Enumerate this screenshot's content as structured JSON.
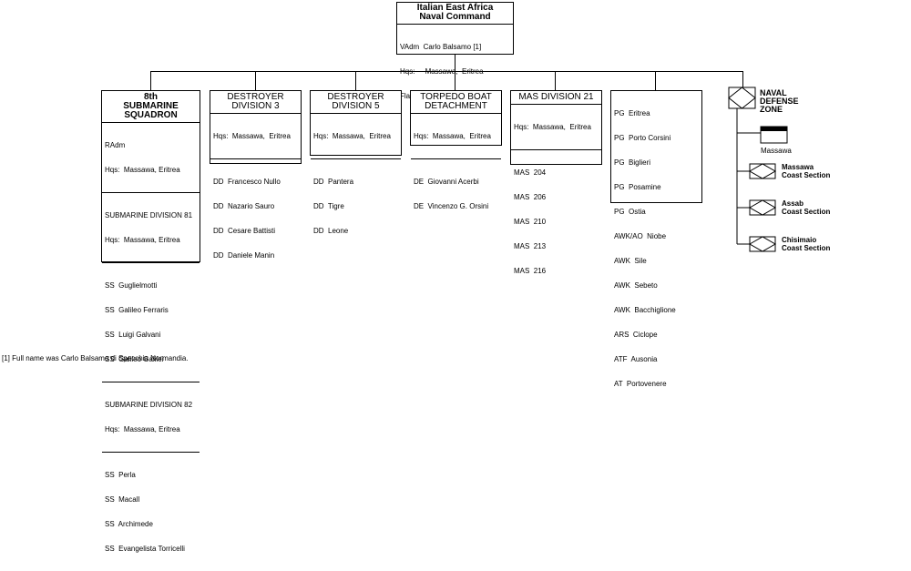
{
  "top": {
    "title_line1": "Italian East Africa",
    "title_line2": "Naval Command",
    "cmd": "VAdm  Carlo Balsamo [1]",
    "hqs": "Hqs:     Massawa,  Eritrea",
    "flag": "Flag:"
  },
  "sub_sq": {
    "title1": "8th",
    "title2": "SUBMARINE",
    "title3": "SQUADRON",
    "radm": "RAdm",
    "hqs": "Hqs:  Massawa, Eritrea",
    "div81": "SUBMARINE DIVISION 81",
    "div81_hqs": "Hqs:  Massawa, Eritrea",
    "div81_units": [
      "SS  Guglielmotti",
      "SS  Galileo Ferraris",
      "SS  Luigi Galvani",
      "SS  Galileo Galilei"
    ],
    "div82": "SUBMARINE DIVISION 82",
    "div82_hqs": "Hqs:  Massawa, Eritrea",
    "div82_units": [
      "SS  Perla",
      "SS  Macall",
      "SS  Archimede",
      "SS  Evangelista Torricelli"
    ]
  },
  "dd3": {
    "title1": "DESTROYER",
    "title2": "DIVISION 3",
    "hqs": "Hqs:  Massawa,  Eritrea",
    "units": [
      "DD  Francesco Nullo",
      "DD  Nazario Sauro",
      "DD  Cesare Battisti",
      "DD  Daniele Manin"
    ]
  },
  "dd5": {
    "title1": "DESTROYER",
    "title2": "DIVISION 5",
    "hqs": "Hqs:  Massawa,  Eritrea",
    "units": [
      "DD  Pantera",
      "DD  Tigre",
      "DD  Leone"
    ]
  },
  "tb": {
    "title1": "TORPEDO BOAT",
    "title2": "DETACHMENT",
    "hqs": "Hqs:  Massawa,  Eritrea",
    "units": [
      "DE  Giovanni Acerbi",
      "DE  Vincenzo G. Orsini"
    ]
  },
  "mas": {
    "title": "MAS DIVISION 21",
    "hqs": "Hqs:  Massawa,  Eritrea",
    "units": [
      "MAS  204",
      "MAS  206",
      "MAS  210",
      "MAS  213",
      "MAS  216"
    ]
  },
  "misc": {
    "units": [
      "PG  Eritrea",
      "PG  Porto Corsini",
      "PG  Biglieri",
      "PG  Posamine",
      "PG  Ostia",
      "AWK/AO  Niobe",
      "AWK  Sile",
      "AWK  Sebeto",
      "AWK  Bacchiglione",
      "ARS  Ciclope",
      "ATF  Ausonia",
      "AT  Portovenere"
    ]
  },
  "naval_zone": {
    "title1": "NAVAL",
    "title2": "DEFENSE",
    "title3": "ZONE",
    "hq_label": "Massawa",
    "sections": [
      {
        "l1": "Massawa",
        "l2": "Coast Section"
      },
      {
        "l1": "Assab",
        "l2": "Coast Section"
      },
      {
        "l1": "Chisimaio",
        "l2": "Coast Section"
      }
    ]
  },
  "footnote": "[1] Full name was Carlo Balsamo di Specchia Normandia."
}
